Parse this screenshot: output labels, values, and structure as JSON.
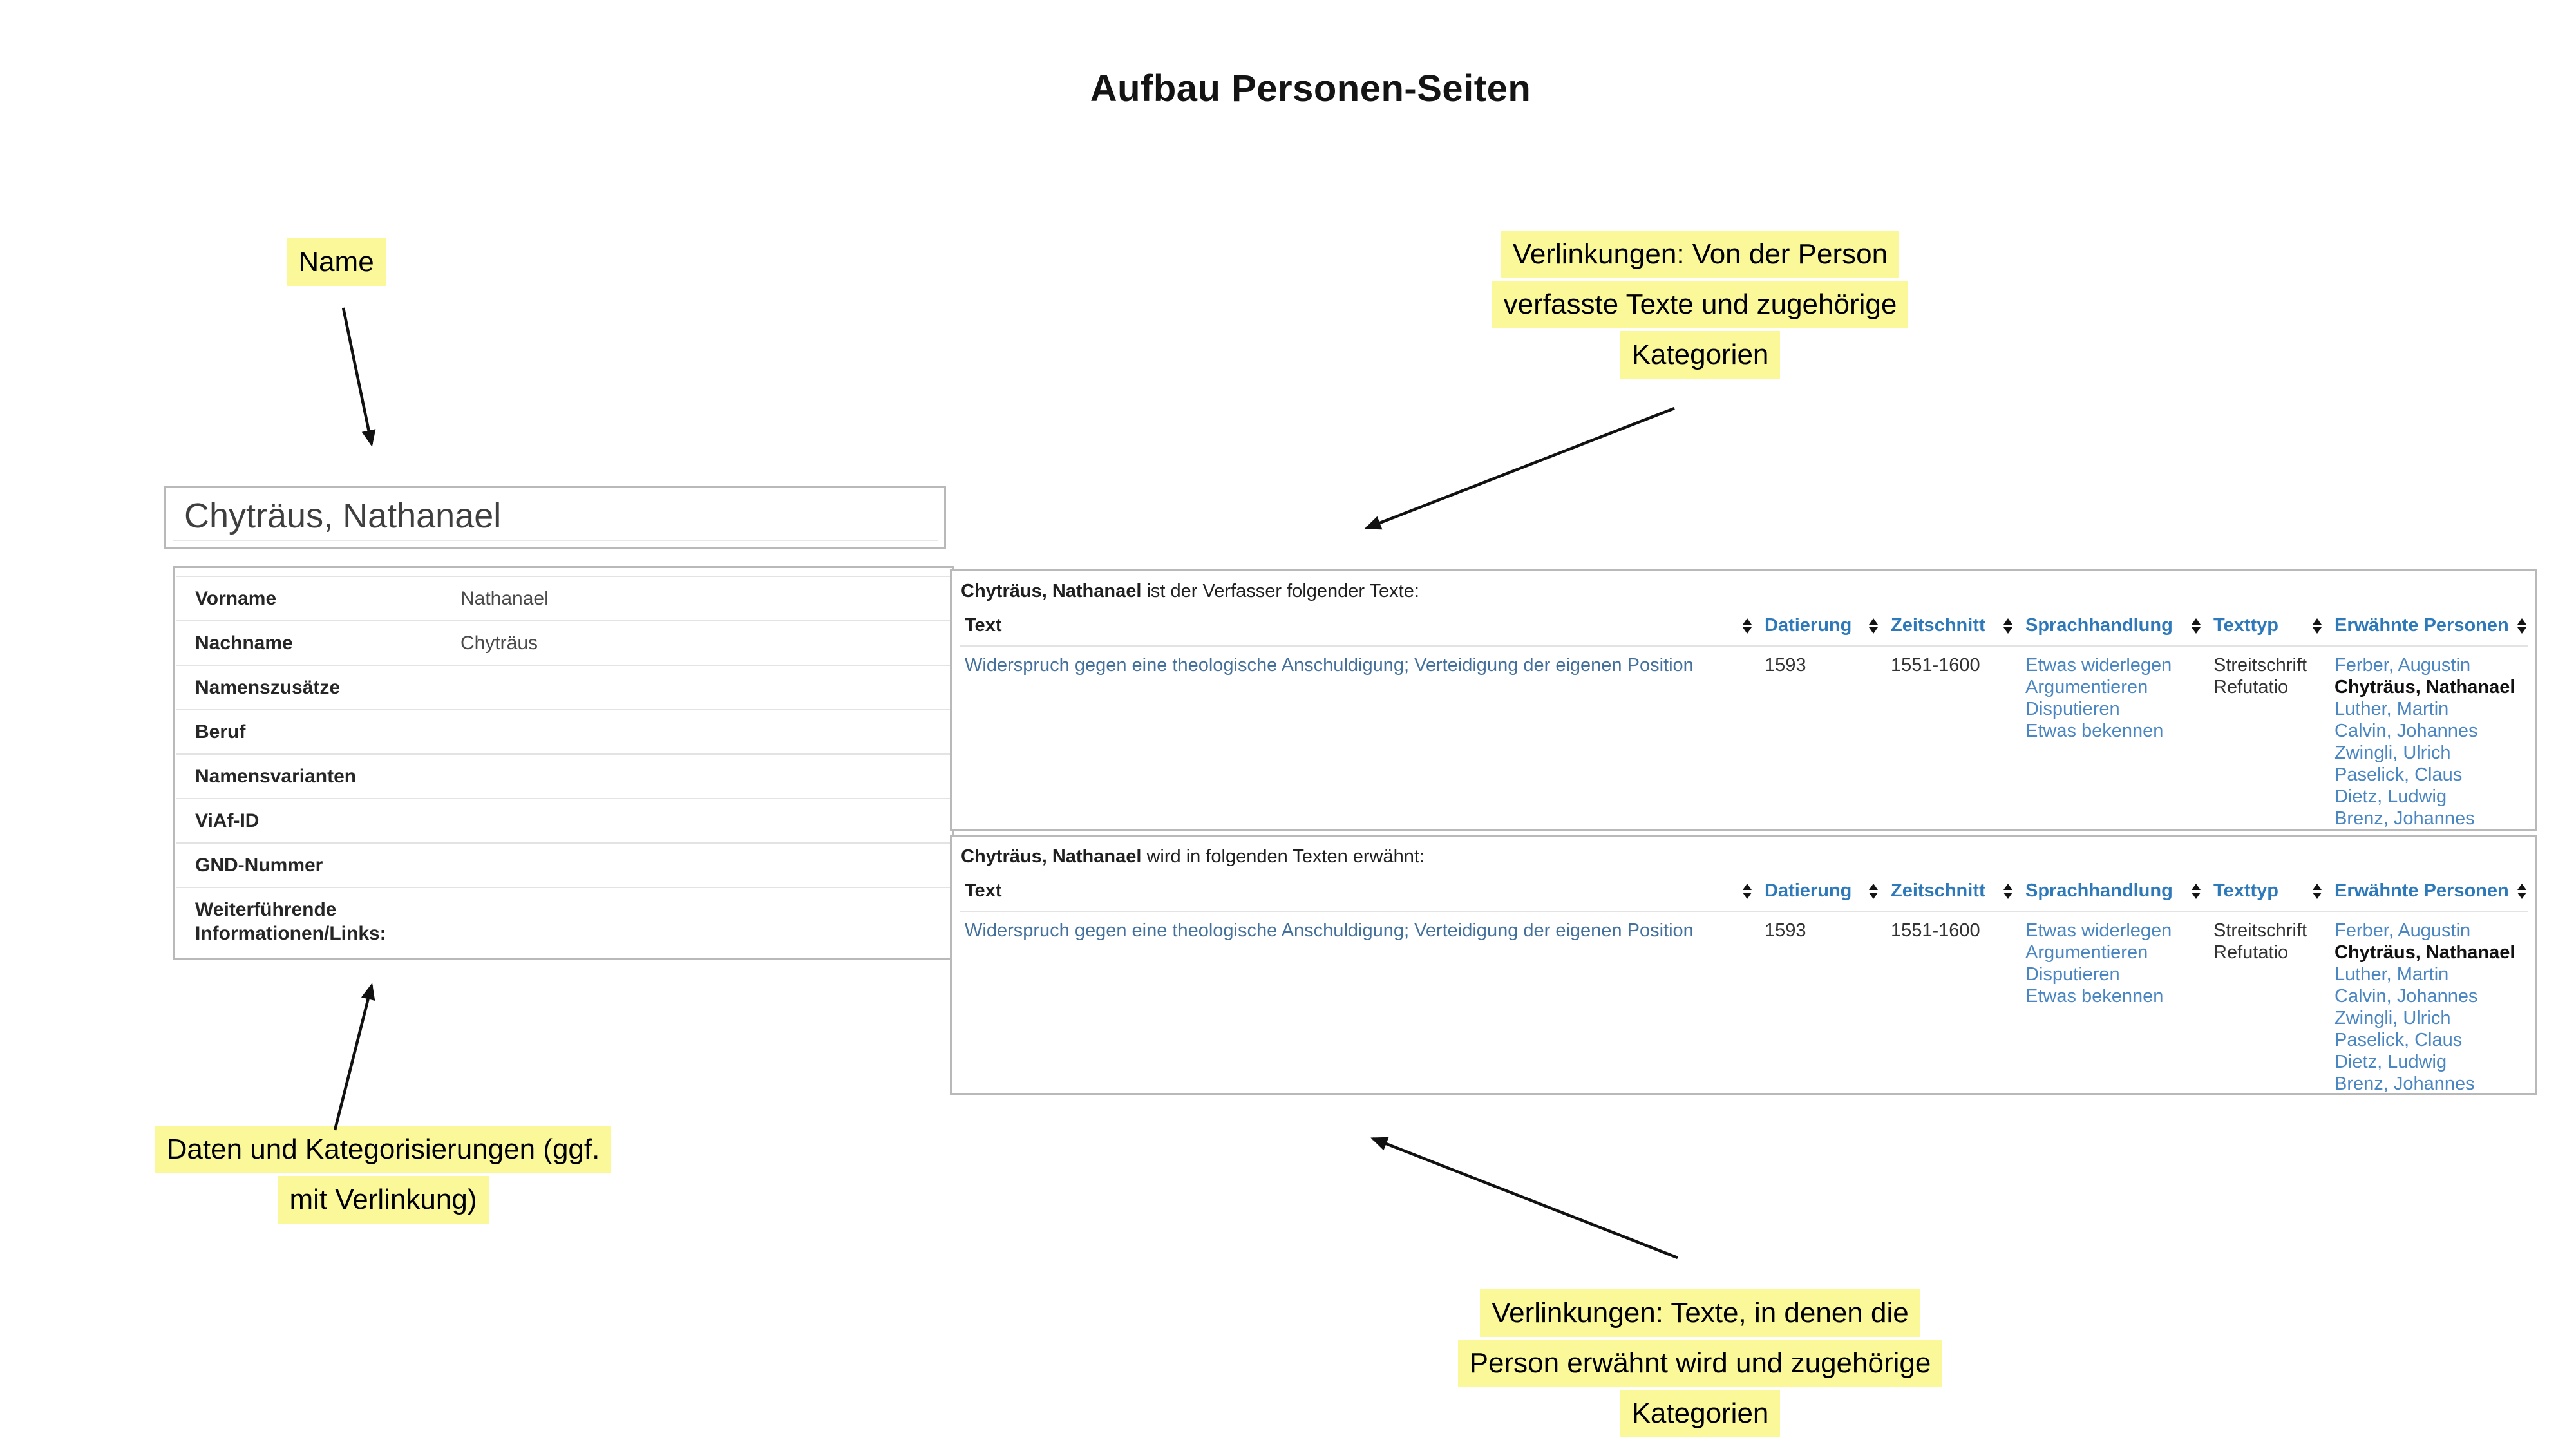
{
  "title": "Aufbau Personen-Seiten",
  "annotations": {
    "name": {
      "lines": [
        "Name"
      ]
    },
    "authored": {
      "lines": [
        "Verlinkungen: Von der Person",
        "verfasste Texte und zugehörige",
        "Kategorien"
      ]
    },
    "data": {
      "lines": [
        "Daten und Kategorisierungen (ggf.",
        "mit Verlinkung)"
      ]
    },
    "mentioned": {
      "lines": [
        "Verlinkungen: Texte, in denen die",
        "Person erwähnt wird und zugehörige",
        "Kategorien"
      ]
    }
  },
  "person": {
    "display_name": "Chyträus, Nathanael",
    "fields": [
      {
        "label": "Vorname",
        "value": "Nathanael"
      },
      {
        "label": "Nachname",
        "value": "Chyträus"
      },
      {
        "label": "Namenszusätze",
        "value": ""
      },
      {
        "label": "Beruf",
        "value": ""
      },
      {
        "label": "Namensvarianten",
        "value": ""
      },
      {
        "label": "ViAf-ID",
        "value": ""
      },
      {
        "label": "GND-Nummer",
        "value": ""
      },
      {
        "label": "Weiterführende Informationen/Links:",
        "value": ""
      }
    ]
  },
  "tables": [
    {
      "id": "authored-texts",
      "intro_name": "Chyträus, Nathanael",
      "intro_rest": " ist der Verfasser folgender Texte:",
      "columns": [
        "Text",
        "Datierung",
        "Zeitschnitt",
        "Sprachhandlung",
        "Texttyp",
        "Erwähnte Personen"
      ],
      "row": {
        "text": "Widerspruch gegen eine theologische Anschuldigung; Verteidigung der eigenen Position",
        "datierung": "1593",
        "zeitschnitt": "1551-1600",
        "sprachhandlung": [
          "Etwas widerlegen",
          "Argumentieren",
          "Disputieren",
          "Etwas bekennen"
        ],
        "texttyp": [
          "Streitschrift",
          "Refutatio"
        ],
        "erwaehnte_personen": [
          {
            "name": "Ferber, Augustin",
            "link": true
          },
          {
            "name": "Chyträus, Nathanael",
            "link": false
          },
          {
            "name": "Luther, Martin",
            "link": true
          },
          {
            "name": "Calvin, Johannes",
            "link": true
          },
          {
            "name": "Zwingli, Ulrich",
            "link": true
          },
          {
            "name": "Paselick, Claus",
            "link": true
          },
          {
            "name": "Dietz, Ludwig",
            "link": true
          },
          {
            "name": "Brenz, Johannes",
            "link": true
          }
        ]
      }
    },
    {
      "id": "mentioned-texts",
      "intro_name": "Chyträus, Nathanael",
      "intro_rest": " wird in folgenden Texten erwähnt:",
      "columns": [
        "Text",
        "Datierung",
        "Zeitschnitt",
        "Sprachhandlung",
        "Texttyp",
        "Erwähnte Personen"
      ],
      "row": {
        "text": "Widerspruch gegen eine theologische Anschuldigung; Verteidigung der eigenen Position",
        "datierung": "1593",
        "zeitschnitt": "1551-1600",
        "sprachhandlung": [
          "Etwas widerlegen",
          "Argumentieren",
          "Disputieren",
          "Etwas bekennen"
        ],
        "texttyp": [
          "Streitschrift",
          "Refutatio"
        ],
        "erwaehnte_personen": [
          {
            "name": "Ferber, Augustin",
            "link": true
          },
          {
            "name": "Chyträus, Nathanael",
            "link": false
          },
          {
            "name": "Luther, Martin",
            "link": true
          },
          {
            "name": "Calvin, Johannes",
            "link": true
          },
          {
            "name": "Zwingli, Ulrich",
            "link": true
          },
          {
            "name": "Paselick, Claus",
            "link": true
          },
          {
            "name": "Dietz, Ludwig",
            "link": true
          },
          {
            "name": "Brenz, Johannes",
            "link": true
          }
        ]
      }
    }
  ],
  "icons": {
    "sort": "sort-up-down-icon"
  },
  "colors": {
    "highlight_yellow": "#FAF899",
    "header_link_blue": "#2E79BA",
    "cell_link_blue": "#4A86C2",
    "text_link_blue": "#44719C",
    "border_gray": "#B9B9B9",
    "separator_gray": "#E3E3E3",
    "text_dark": "#262626"
  }
}
